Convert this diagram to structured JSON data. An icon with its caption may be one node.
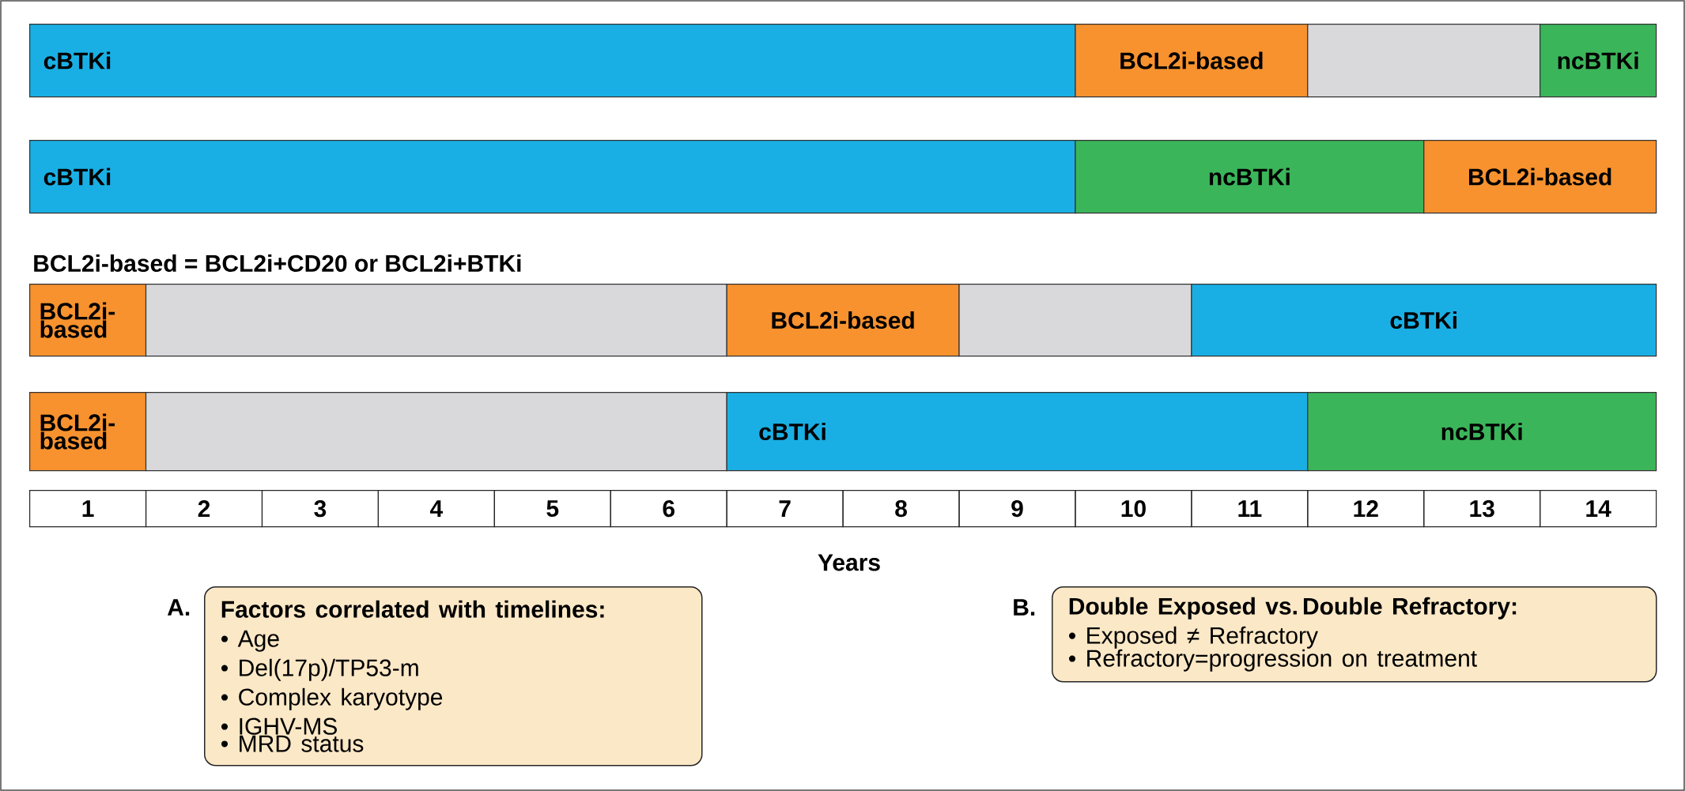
{
  "diagram": {
    "nodes": [
      {
        "text": [
          "cBTKi"
        ]
      },
      {
        "text": [
          "BCL2i-based"
        ]
      },
      {
        "text": [],
        "shape": "bar"
      },
      {
        "text": [
          "ncBTKi"
        ]
      },
      {
        "text": [
          "cBTKi"
        ]
      },
      {
        "text": [
          "ncBTKi"
        ]
      },
      {
        "text": [
          "BCL2i-based"
        ]
      },
      {
        "text": [
          "BCL2i-based"
        ]
      },
      {
        "text": [],
        "shape": "bar"
      },
      {
        "text": [
          "BCL2i-based"
        ]
      },
      {
        "text": [],
        "shape": "bar"
      },
      {
        "text": [
          "cBTKi"
        ]
      },
      {
        "text": [
          "BCL2i-based"
        ]
      },
      {
        "text": [],
        "shape": "bar"
      },
      {
        "text": [
          "cBTKi"
        ]
      },
      {
        "text": [
          "ncBTKi"
        ]
      },
      {
        "text": [
          "Factors correlated with timelines:",
          "• Age",
          "• Del(17p)/TP53-m",
          "• Complex karyotype",
          "• IGHV-MS",
          "• MRD status"
        ],
        "beside": [
          "A."
        ]
      },
      {
        "text": [
          "Double Exposed vs. Double Refractory:",
          "• Exposed ≠ Refractory",
          "• Refractory=progression on treatment"
        ],
        "beside": [
          "B."
        ]
      }
    ],
    "edges": [],
    "labels": [
      "BCL2i-based = BCL2i+CD20 or BCL2i+BTKi",
      "1",
      "2",
      "3",
      "4",
      "5",
      "6",
      "7",
      "8",
      "9",
      "10",
      "11",
      "12",
      "13",
      "14",
      "Years"
    ]
  }
}
